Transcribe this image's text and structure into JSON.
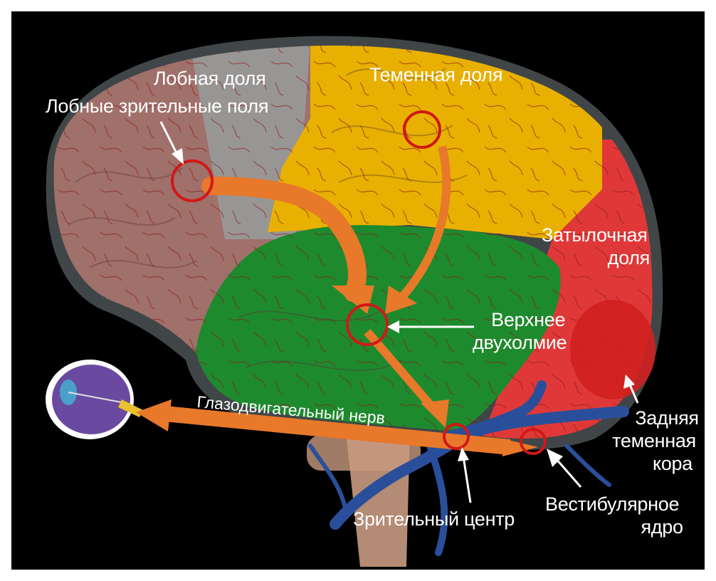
{
  "labels": {
    "frontal_lobe": "Лобная доля",
    "frontal_eye_fields": "Лобные зрительные поля",
    "parietal_lobe": "Теменная доля",
    "occipital_lobe_line1": "Затылочная",
    "occipital_lobe_line2": "доля",
    "superior_colliculus_line1": "Верхнее",
    "superior_colliculus_line2": "двухолмие",
    "oculomotor_nerve": "Глазодвигательный нерв",
    "posterior_parietal_line1": "Задняя",
    "posterior_parietal_line2": "теменная",
    "posterior_parietal_line3": "кора",
    "vestibular_line1": "Вестибулярное",
    "vestibular_line2": "ядро",
    "visual_center": "Зрительный центр"
  },
  "colors": {
    "background": "#000000",
    "frontal": "#a0706a",
    "parietal": "#e8b000",
    "temporal": "#1e8a2e",
    "occipital": "#e03838",
    "cerebellum": "#d02020",
    "arrow": "#e8782a",
    "circle": "#d01818",
    "vessel": "#2a4f9a"
  }
}
